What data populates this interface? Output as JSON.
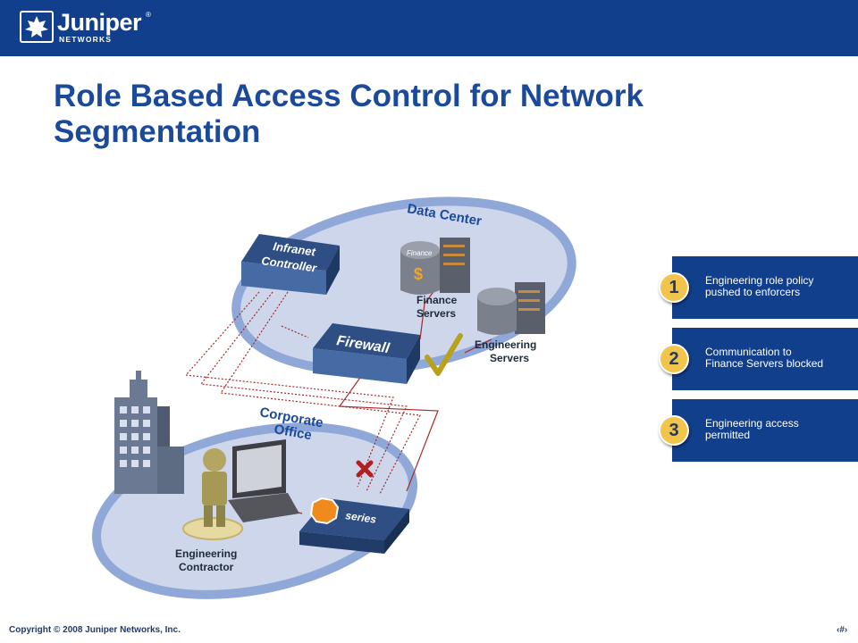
{
  "header": {
    "brand_name": "Juniper",
    "brand_sub": "NETWORKS",
    "brand_mark": "®",
    "color": "#123f8c"
  },
  "title": "Role Based Access Control for Network Segmentation",
  "diagram": {
    "data_center_label": "Data Center",
    "corporate_office_label_1": "Corporate",
    "corporate_office_label_2": "Office",
    "infranet_label_1": "Infranet",
    "infranet_label_2": "Controller",
    "firewall_label": "Firewall",
    "finance_badge": "Finance",
    "finance_servers_label_1": "Finance",
    "finance_servers_label_2": "Servers",
    "engineering_servers_label_1": "Engineering",
    "engineering_servers_label_2": "Servers",
    "switch_label": "series",
    "contractor_label_1": "Engineering",
    "contractor_label_2": "Contractor"
  },
  "steps": [
    {
      "number": "1",
      "line1": "Engineering role policy",
      "line2": "pushed to enforcers"
    },
    {
      "number": "2",
      "line1": "Communication to",
      "line2": "Finance Servers blocked"
    },
    {
      "number": "3",
      "line1": "Engineering access",
      "line2": "permitted"
    }
  ],
  "footer": {
    "copyright": "Copyright © 2008 Juniper Networks, Inc.",
    "page": "‹#›"
  },
  "colors": {
    "title": "#1b4a9b",
    "step_box": "#123f8c",
    "step_circle": "#f3c44a",
    "ellipse_fill": "#cdd6ea",
    "ellipse_border": "#8fa8d8",
    "link_line": "#a52a2a",
    "check": "#b8a21c"
  }
}
